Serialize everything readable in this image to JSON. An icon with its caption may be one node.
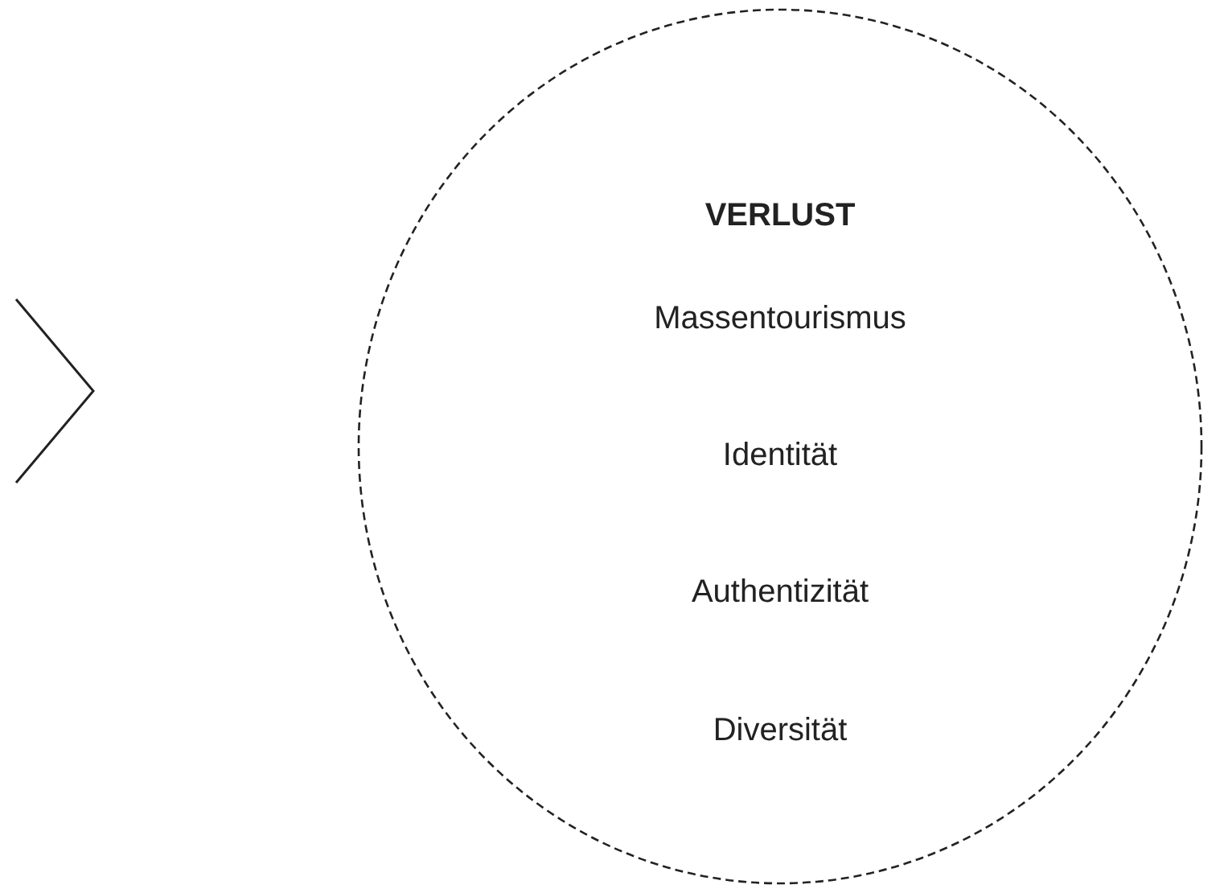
{
  "diagram": {
    "nodes": [
      {
        "text": [
          "VERLUST",
          "Massentourismus",
          "Identität",
          "Authentizität",
          "Diversität"
        ]
      }
    ]
  }
}
